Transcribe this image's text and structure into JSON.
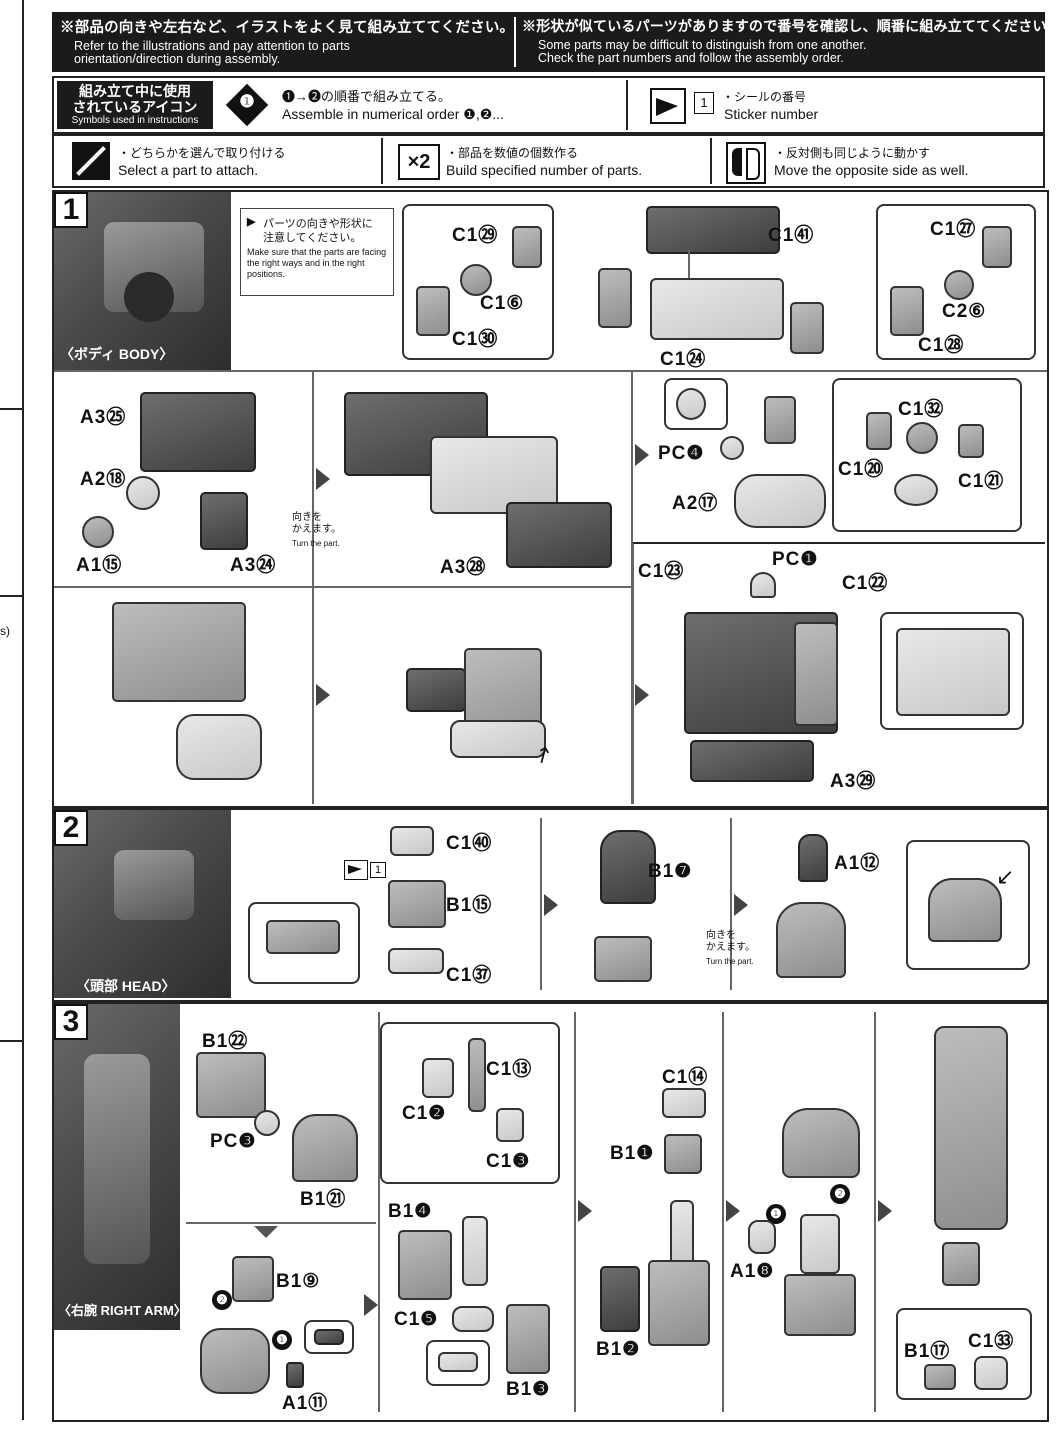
{
  "header": {
    "left": {
      "jp": "※部品の向きや左右など、イラストをよく見て組み立ててください。",
      "en1": "Refer to the illustrations and pay attention to parts",
      "en2": "orientation/direction during assembly."
    },
    "right": {
      "jp": "※形状が似ているパーツがありますので番号を確認し、順番に組み立ててください。",
      "en1": "Some parts may be difficult to distinguish from one another.",
      "en2": "Check the part numbers and follow the assembly order."
    }
  },
  "symbols": {
    "title_jp1": "組み立て中に使用",
    "title_jp2": "されているアイコン",
    "title_en": "Symbols used in instructions",
    "order": {
      "icon": "❶",
      "jp": "❶→❷の順番で組み立てる。",
      "en": "Assemble in numerical order ❶,❷..."
    },
    "sticker": {
      "num": "1",
      "jp": "・シールの番号",
      "en": "Sticker number"
    },
    "select": {
      "jp": "・どちらかを選んで取り付ける",
      "en": "Select a part to attach."
    },
    "multiply": {
      "icon": "×2",
      "jp": "・部品を数値の個数作る",
      "en": "Build specified number of parts."
    },
    "opposite": {
      "jp": "・反対側も同じように動かす",
      "en": "Move the opposite side as well."
    }
  },
  "left_strip": {
    "frag1": "s)"
  },
  "step1": {
    "num": "1",
    "caption": "〈ボディ BODY〉",
    "note_jp1": "パーツの向きや形状に",
    "note_jp2": "注意してください。",
    "note_en": "Make sure that the parts are facing the right ways and in the right positions.",
    "labels": {
      "c1_29": "C1㉙",
      "c1_6": "C1⑥",
      "c1_30": "C1㉚",
      "c1_41": "C1㊶",
      "c1_24": "C1㉔",
      "c1_27": "C1㉗",
      "c2_6": "C2⑥",
      "c1_28": "C1㉘",
      "a3_25": "A3㉕",
      "a2_18": "A2⑱",
      "a1_15": "A1⑮",
      "a3_24": "A3㉔",
      "a3_28": "A3㉘",
      "pc_4": "PC❹",
      "a2_17": "A2⑰",
      "c1_32": "C1㉜",
      "c1_20": "C1⑳",
      "c1_21": "C1㉑",
      "c1_23": "C1㉓",
      "pc_1": "PC❶",
      "c1_22": "C1㉒",
      "a3_29": "A3㉙"
    },
    "turn_jp1": "向きを",
    "turn_jp2": "かえます。",
    "turn_en": "Turn the part."
  },
  "step2": {
    "num": "2",
    "caption": "〈頭部 HEAD〉",
    "sticker": "1",
    "labels": {
      "c1_40": "C1㊵",
      "b1_15": "B1⑮",
      "c1_37": "C1㊲",
      "b1_7": "B1❼",
      "a1_12": "A1⑫"
    },
    "turn_jp1": "向きを",
    "turn_jp2": "かえます。",
    "turn_en": "Turn the part."
  },
  "step3": {
    "num": "3",
    "caption": "〈右腕 RIGHT ARM〉",
    "labels": {
      "b1_22": "B1㉒",
      "pc_3": "PC❸",
      "b1_21": "B1㉑",
      "b1_9": "B1⑨",
      "a1_11": "A1⑪",
      "c1_13": "C1⑬",
      "c1_2": "C1❷",
      "c1_3": "C1❸",
      "b1_4": "B1❹",
      "c1_5": "C1❺",
      "b1_3": "B1❸",
      "c1_14": "C1⑭",
      "b1_1": "B1❶",
      "b1_2": "B1❷",
      "a1_8": "A1❽",
      "b1_17": "B1⑰",
      "c1_33": "C1㉝"
    },
    "order1": "❶",
    "order2": "❷"
  }
}
